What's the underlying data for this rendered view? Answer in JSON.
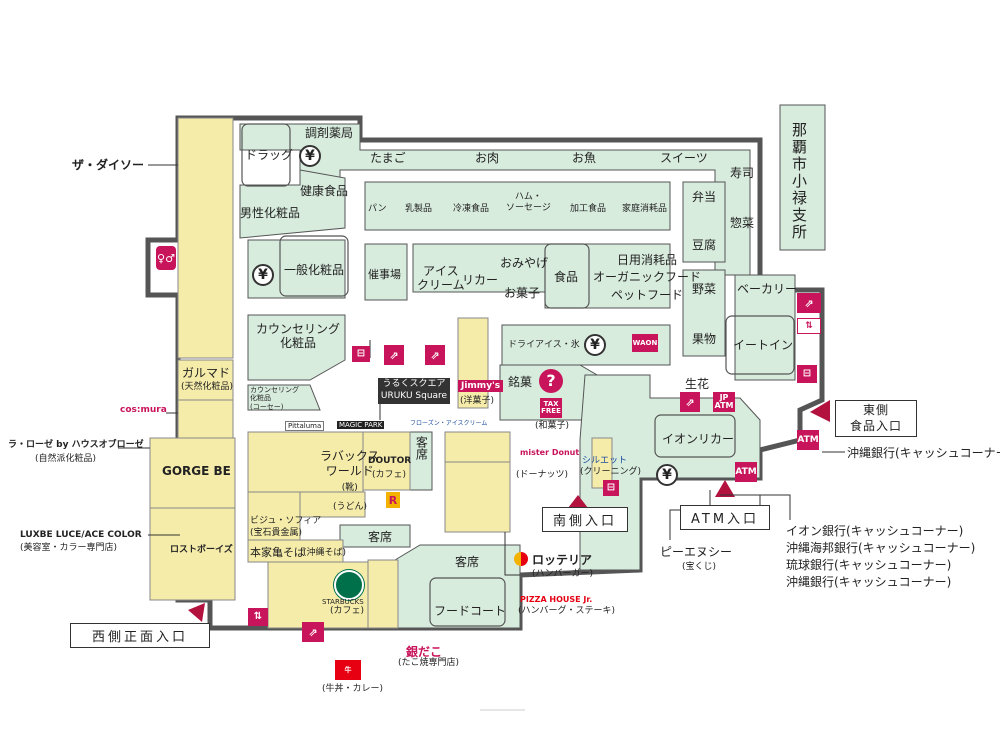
{
  "colors": {
    "area": "#d8ecde",
    "tenant": "#f5ecaa",
    "border": "#333333",
    "brand": "#c8145a"
  },
  "city_office": "那覇市小禄支所",
  "entrances": {
    "east": [
      "東側",
      "食品入口"
    ],
    "south": "南側入口",
    "atm": "ATM入口",
    "west": "西側正面入口"
  },
  "zones": {
    "drug": "ドラッグ",
    "pharmacy": "調剤薬局",
    "tamago": "たまご",
    "oniku": "お肉",
    "osakana": "お魚",
    "sweets": "スイーツ",
    "sushi": "寿司",
    "bento": "弁当",
    "sozai": "惣菜",
    "tofu": "豆腐",
    "health_food": "健康食品",
    "mens_cosme": "男性化粧品",
    "bread": "パン",
    "dairy": "乳製品",
    "frozen": "冷凍食品",
    "ham": "ハム・\nソーセージ",
    "processed": "加工食品",
    "household": "家庭消耗品",
    "general_cosme": "一般化粧品",
    "event": "催事場",
    "icecream": "アイス\nクリーム",
    "liquor": "リカー",
    "omiyage": "おみやげ",
    "okashi": "お菓子",
    "food": "食品",
    "daily": "日用消耗品\nオーガニックフード\nペットフード",
    "vegetable": "野菜",
    "fruit": "果物",
    "bakery": "ベーカリー",
    "eat_in": "イートイン",
    "counseling": "カウンセリング\n化粧品",
    "counseling_corner": "カウンセリング\n化粧品\n(コーセー)",
    "dry_ice": "ドライアイス・氷",
    "urukuj": "うるくスクエア",
    "urukue": "URUKU Square",
    "meika": "銘菓",
    "ikebana": "生花",
    "aeon_liquor": "イオンリカー",
    "food_court": "フードコート",
    "seating": "客席",
    "seating_v": "客席"
  },
  "tenants": {
    "daiso": "ザ・ダイソー",
    "galmado": [
      "ガルマド",
      "(天然化粧品)"
    ],
    "cosmura": "cos:mura",
    "larose": [
      "ラ・ローゼ by ハウスオブローゼ",
      "(自然派化粧品)"
    ],
    "gorge": "GORGE BE",
    "luxbe": [
      "LUXBE LUCE/ACE COLOR",
      "(美容室・カラー専門店)"
    ],
    "lostboys": "ロストボーイズ",
    "rabax": [
      "ラバックス",
      "ワールド",
      "(靴)"
    ],
    "doutor": [
      "DOUTOR",
      "(カフェ)"
    ],
    "udon": "(うどん)",
    "bijou": [
      "ビジュ・ソフィア",
      "(宝石貴金属)"
    ],
    "honke": "本家亀そば",
    "honke_sub": "(沖縄そば)",
    "starbucks": [
      "STARBUCKS",
      "(カフェ)"
    ],
    "yoshinoya": "(牛丼・カレー)",
    "gindaco": [
      "銀だこ",
      "(たこ焼専門店)"
    ],
    "lotteria": [
      "ロッテリア",
      "(ハンバーガー)"
    ],
    "pizza": [
      "PIZZA HOUSE Jr.",
      "(ハンバーグ・ステーキ)"
    ],
    "jimmys": [
      "Jimmy's",
      "(洋菓子)"
    ],
    "hanakaze": "(和菓子)",
    "misterdonut": [
      "mister Donut",
      "(ドーナッツ)"
    ],
    "cleaning": [
      "シルエット",
      "(クリーニング)"
    ],
    "piennesse": [
      "ピーエヌシー",
      "(宝くじ)"
    ],
    "pittaluma": "Pittaluma",
    "magic": "MAGIC PARK",
    "frozen_store": "フローズン・アイスクリーム"
  },
  "banks": {
    "okinawa_corner": "沖縄銀行(キャッシュコーナー)",
    "list": [
      "イオン銀行(キャッシュコーナー)",
      "沖縄海邦銀行(キャッシュコーナー)",
      "琉球銀行(キャッシュコーナー)",
      "沖縄銀行(キャッシュコーナー)"
    ]
  },
  "icons": {
    "atm": "ATM",
    "tax": "TAX\nFREE",
    "jp": "JP\nATM",
    "waon": "WAON",
    "help": "?"
  }
}
